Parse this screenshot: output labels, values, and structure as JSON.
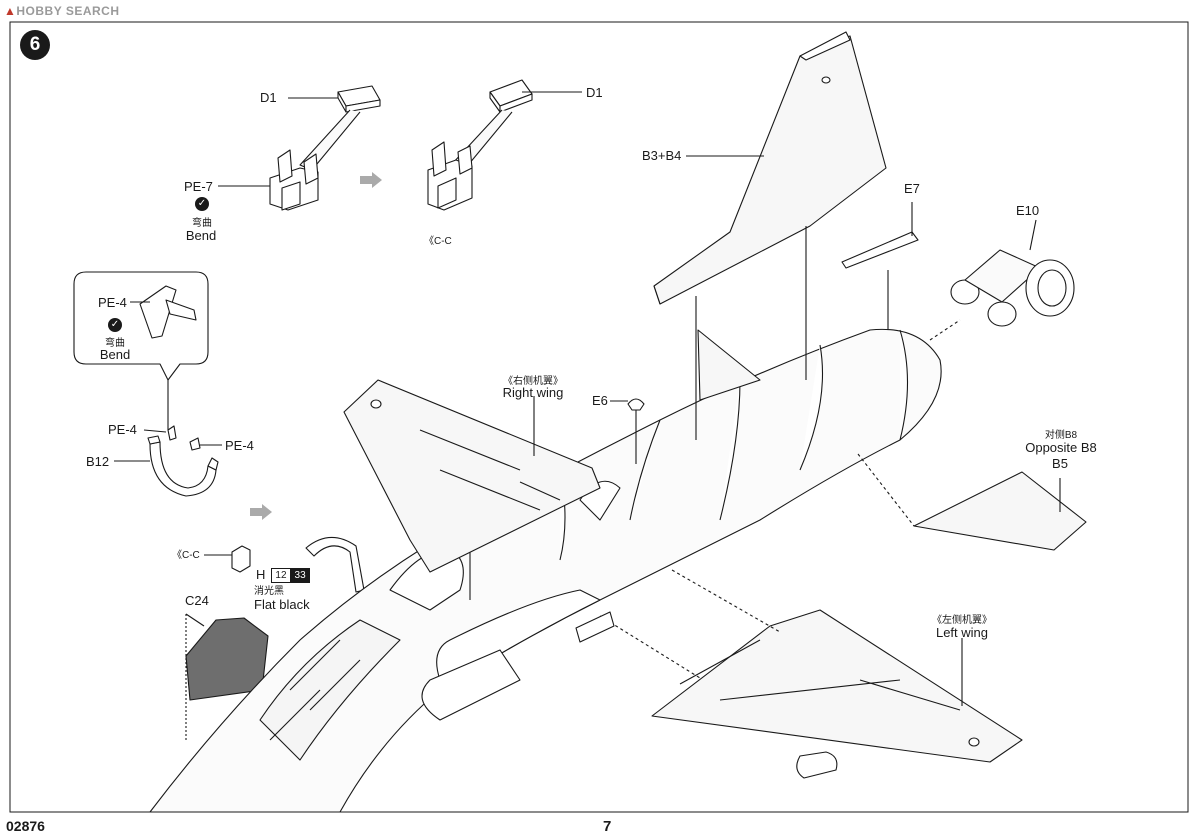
{
  "watermark": {
    "logo": "▲",
    "text": "HOBBY SEARCH"
  },
  "step_number": "6",
  "parts": {
    "d1_left": "D1",
    "d1_right": "D1",
    "pe7": "PE-7",
    "bend_cn_1": "弯曲",
    "bend_en_1": "Bend",
    "cc_top": "《C-C",
    "pe4_box": "PE-4",
    "bend_cn_2": "弯曲",
    "bend_en_2": "Bend",
    "pe4_a": "PE-4",
    "pe4_b": "PE-4",
    "b12": "B12",
    "cc_mid": "《C-C",
    "h_label": "H",
    "h_num1": "12",
    "h_num2": "33",
    "flat_black_cn": "消光黑",
    "flat_black_en": "Flat black",
    "c24": "C24",
    "b3b4": "B3+B4",
    "e7": "E7",
    "e10": "E10",
    "e6": "E6",
    "right_wing_cn": "《右侧机翼》",
    "right_wing_en": "Right wing",
    "opposite_cn": "对侧B8",
    "opposite_en": "Opposite B8",
    "b5": "B5",
    "left_wing_cn": "《左侧机翼》",
    "left_wing_en": "Left wing"
  },
  "icons": {
    "bend": "bend-icon",
    "arrow": "assembly-arrow-icon"
  },
  "colors": {
    "ink": "#1a1a1a",
    "gray_part": "#6e6e6e",
    "panel_fill": "#f2f2f2"
  },
  "footer": {
    "code": "02876",
    "page": "7"
  }
}
